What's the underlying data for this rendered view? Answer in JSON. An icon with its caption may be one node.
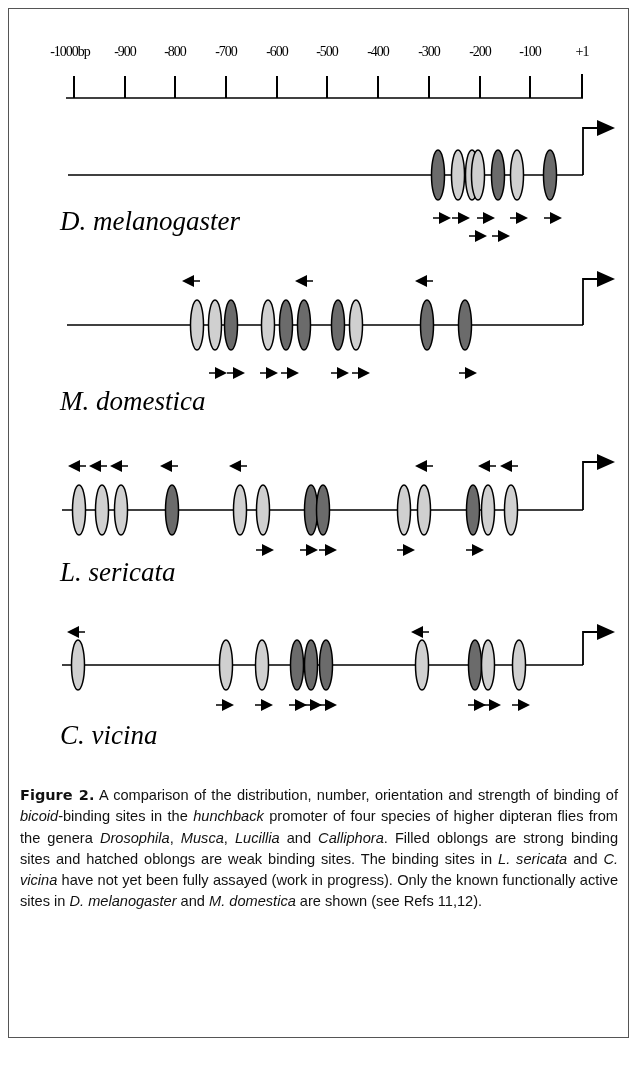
{
  "diagram": {
    "labels": [
      "-1000bp",
      "-900",
      "-800",
      "-700",
      "-600",
      "-500",
      "-400",
      "-300",
      "-200",
      "-100",
      "+1",
      "D. melanogaster",
      "M. domestica",
      "L. sericata",
      "C. vicina"
    ],
    "caption": "**Figure 2.** A comparison of the distribution, number, orientation and strength of binding of *bicoid*-binding sites in the *hunchback* promoter of four species of higher dipteran flies from the genera *Drosophila*, *Musca*, *Lucillia* and *Calliphora*. Filled oblongs are strong binding sites and hatched oblongs are weak binding sites. The binding sites in *L. sericata* and *C. vicina* have not yet been fully assayed (work in progress). Only the known functionally active sites in *D. melanogaster* and *M. domestica* are shown (see Refs 11,12)."
  }
}
